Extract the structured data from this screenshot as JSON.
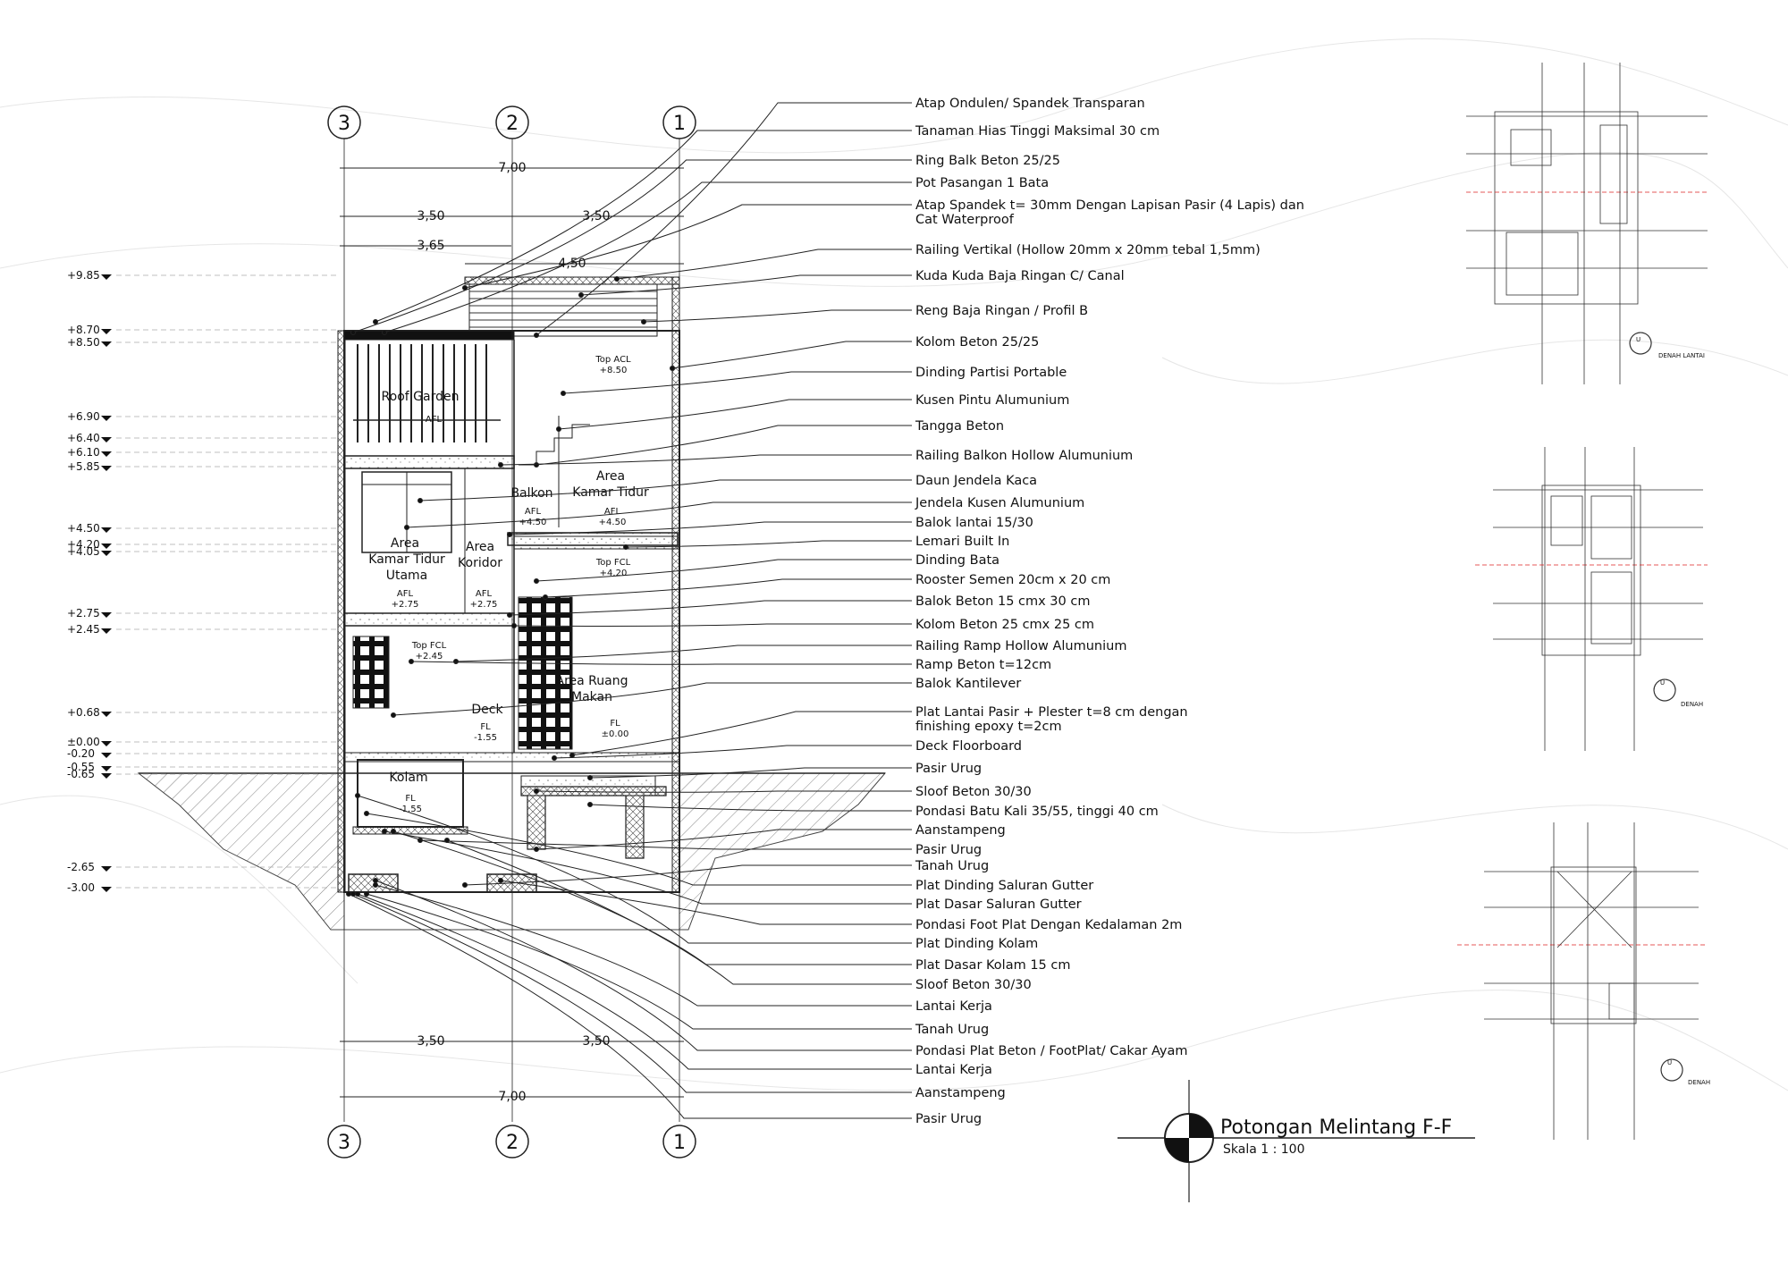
{
  "callouts": [
    "Atap Ondulen/ Spandek Transparan",
    "Tanaman Hias Tinggi Maksimal 30 cm",
    "Ring Balk Beton 25/25",
    "Pot Pasangan 1 Bata",
    "Atap Spandek t= 30mm Dengan Lapisan Pasir (4 Lapis) dan",
    "Cat Waterproof",
    "Railing Vertikal (Hollow 20mm x 20mm tebal 1,5mm)",
    "Kuda Kuda Baja Ringan C/ Canal",
    "Reng Baja Ringan / Profil B",
    "Kolom Beton 25/25",
    "Dinding Partisi Portable",
    "Kusen Pintu Alumunium",
    "Tangga Beton",
    "Railing Balkon Hollow Alumunium",
    "Daun Jendela Kaca",
    "Jendela Kusen Alumunium",
    "Balok lantai 15/30",
    "Lemari Built In",
    "Dinding  Bata",
    "Rooster Semen 20cm x 20 cm",
    "Balok Beton 15 cmx 30 cm",
    "Kolom Beton 25 cmx 25 cm",
    "Railing Ramp Hollow Alumunium",
    "Ramp Beton t=12cm",
    "Balok Kantilever",
    "Plat Lantai Pasir + Plester t=8 cm dengan",
    "finishing epoxy t=2cm",
    "Deck Floorboard",
    "Pasir Urug",
    "Sloof Beton 30/30",
    "Pondasi Batu Kali 35/55, tinggi 40 cm",
    "Aanstampeng",
    "Pasir Urug",
    "Tanah Urug",
    "Plat Dinding Saluran Gutter",
    "Plat Dasar Saluran Gutter",
    "Pondasi Foot Plat Dengan Kedalaman 2m",
    "Plat Dinding Kolam",
    "Plat Dasar Kolam 15 cm",
    "Sloof Beton  30/30",
    "Lantai Kerja",
    "Tanah Urug",
    "Pondasi Plat Beton / FootPlat/ Cakar Ayam",
    "Lantai Kerja",
    "Aanstampeng",
    "Pasir Urug"
  ],
  "levels": [
    "+9.85",
    "+8.70",
    "+8.50",
    "+6.90",
    "+6.40",
    "+6.10",
    "+5.85",
    "+4.50",
    "+4.20",
    "+4.05",
    "+2.75",
    "+2.45",
    "+0.68",
    "±0.00",
    "-0.20",
    "-0.55",
    "-0.65",
    "-2.65",
    "-3.00"
  ],
  "axes": {
    "a3": "3",
    "a2": "2",
    "a1": "1"
  },
  "dims": {
    "total_top": "7,00",
    "left_top": "3,50",
    "right_top": "3,50",
    "d365": "3,65",
    "d450": "4,50",
    "left_bottom": "3,50",
    "right_bottom": "3,50",
    "total_bottom": "7,00"
  },
  "rooms": {
    "roof_garden": "Roof Garden",
    "afl": "AFL",
    "fl": "FL",
    "top_acl": "Top ACL",
    "top_acl_val": "+8.50",
    "balkon": "Balkon",
    "balkon_val": "+4.50",
    "kamar_tidur_1": "Area",
    "kamar_tidur_2": "Kamar Tidur",
    "kamar_tidur_val": "+4.50",
    "utama_1": "Area",
    "utama_2": "Kamar Tidur",
    "utama_3": "Utama",
    "utama_val": "+2.75",
    "koridor_1": "Area",
    "koridor_2": "Koridor",
    "koridor_val": "+2.75",
    "top_fcl": "Top FCL",
    "top_fcl_val": "+4.20",
    "top_fcl2": "Top FCL",
    "top_fcl2_val": "+2.45",
    "ruang_makan_1": "Area Ruang",
    "ruang_makan_2": "Makan",
    "ruang_makan_val": "±0.00",
    "deck": "Deck",
    "deck_val": "-1.55",
    "kolam": "Kolam",
    "kolam_val": "-1.55"
  },
  "title": {
    "main": "Potongan Melintang F-F",
    "scale": "Skala 1 : 100"
  },
  "thumbs": {
    "t1_label": "DENAH LANTAI",
    "t2_label": "DENAH",
    "t3_label": "DENAH",
    "north": "U"
  }
}
